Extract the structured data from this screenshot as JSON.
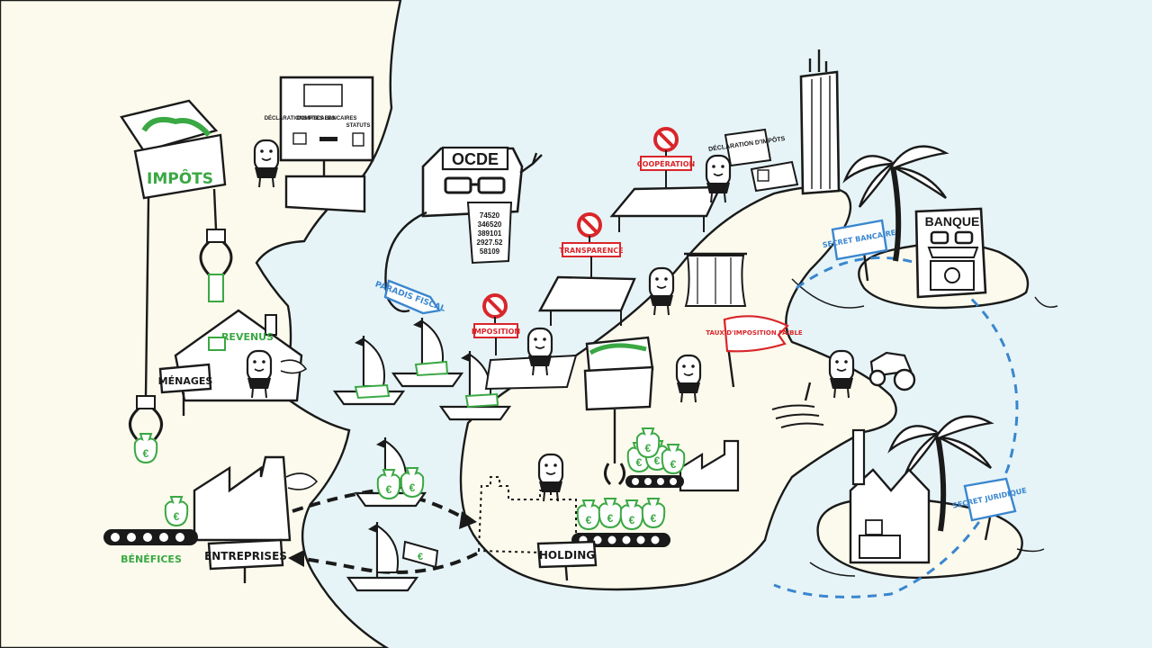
{
  "labels": {
    "impots": "IMPÔTS",
    "monitor_col1": "DÉCLARATIONS FISCALES",
    "monitor_col2": "COMPTES BANCAIRES",
    "monitor_col3": "STATUTS",
    "revenus": "REVENUS",
    "menages": "MÉNAGES",
    "benefices": "BÉNÉFICES",
    "entreprises": "ENTREPRISES",
    "ocde": "OCDE",
    "scroll_lines": [
      "74520",
      "346520",
      "389101",
      "2927.52",
      "58109"
    ],
    "paradis_fiscal": "PARADIS FISCAL",
    "imposition": "IMPOSITION",
    "transparence": "TRANSPARENCE",
    "cooperation": "COOPÉRATION",
    "declaration_impots": "DÉCLARATION D'IMPÔTS",
    "taux_imposition": "TAUX D'IMPOSITION FAIBLE",
    "banque": "BANQUE",
    "secret_bancaire": "SECRET BANCAIRE",
    "secret_juridique": "SECRET JURIDIQUE",
    "holding": "HOLDING",
    "currency_symbol": "€"
  },
  "colors": {
    "mainland": "#fbfaec",
    "sea": "#e6f4f7",
    "island": "#fbfaec",
    "ink": "#1a1a1a",
    "green": "#3aa843",
    "red": "#d9262b",
    "blue": "#3a86cf"
  },
  "icons": [
    "treasure-chest-icon",
    "claw-icon",
    "computer-monitor-icon",
    "house-icon",
    "factory-icon",
    "sailboat-icon",
    "money-bag-icon",
    "skyscraper-icon",
    "palm-tree-icon",
    "bank-safe-icon",
    "tractor-icon",
    "no-entry-icon",
    "conveyor-belt-icon",
    "sandcastle-icon",
    "curtain-icon"
  ]
}
